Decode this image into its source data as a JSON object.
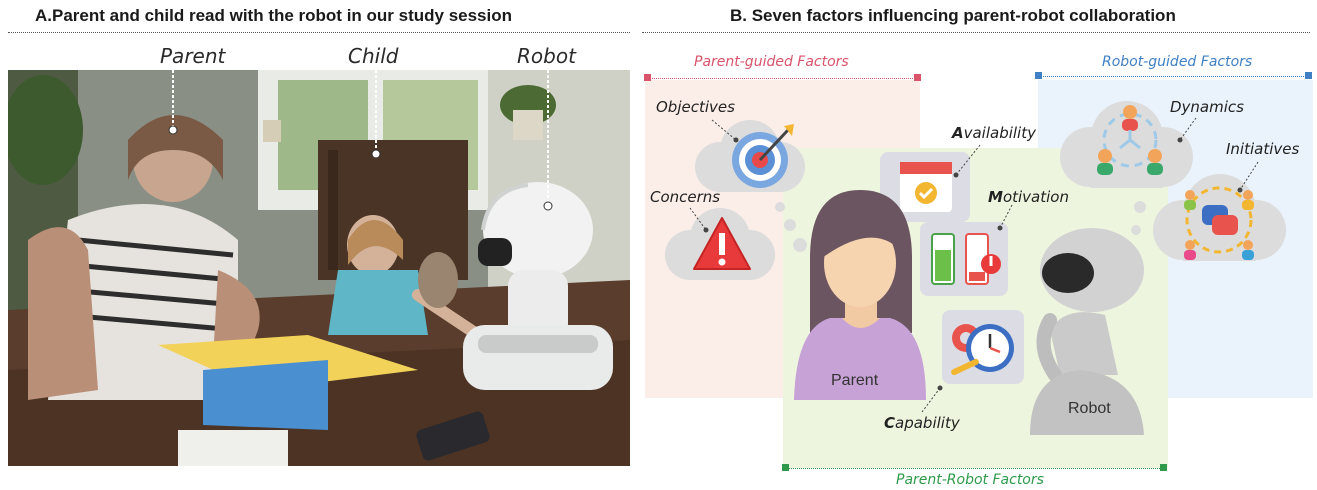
{
  "panel_a": {
    "title": "A.Parent and child read with the robot in our study session",
    "labels": {
      "parent": "Parent",
      "child": "Child",
      "robot": "Robot"
    }
  },
  "panel_b": {
    "title": "B.  Seven factors influencing parent-robot collaboration",
    "groups": {
      "parent_guided": "Parent-guided Factors",
      "robot_guided": "Robot-guided Factors",
      "parent_robot": "Parent-Robot Factors"
    },
    "factors": {
      "objectives": "Objectives",
      "concerns": "Concerns",
      "availability_initial": "A",
      "availability_rest": "vailability",
      "motivation_initial": "M",
      "motivation_rest": "otivation",
      "capability_initial": "C",
      "capability_rest": "apability",
      "dynamics": "Dynamics",
      "initiatives": "Initiatives"
    },
    "figures": {
      "parent": "Parent",
      "robot": "Robot"
    },
    "colors": {
      "parent_guided": "#d9536a",
      "robot_guided": "#3f7fc4",
      "parent_robot": "#2e9a4a",
      "parent_bg": "#fbeee9",
      "robot_bg": "#eaf3fb",
      "shared_bg": "#eef5df"
    }
  }
}
